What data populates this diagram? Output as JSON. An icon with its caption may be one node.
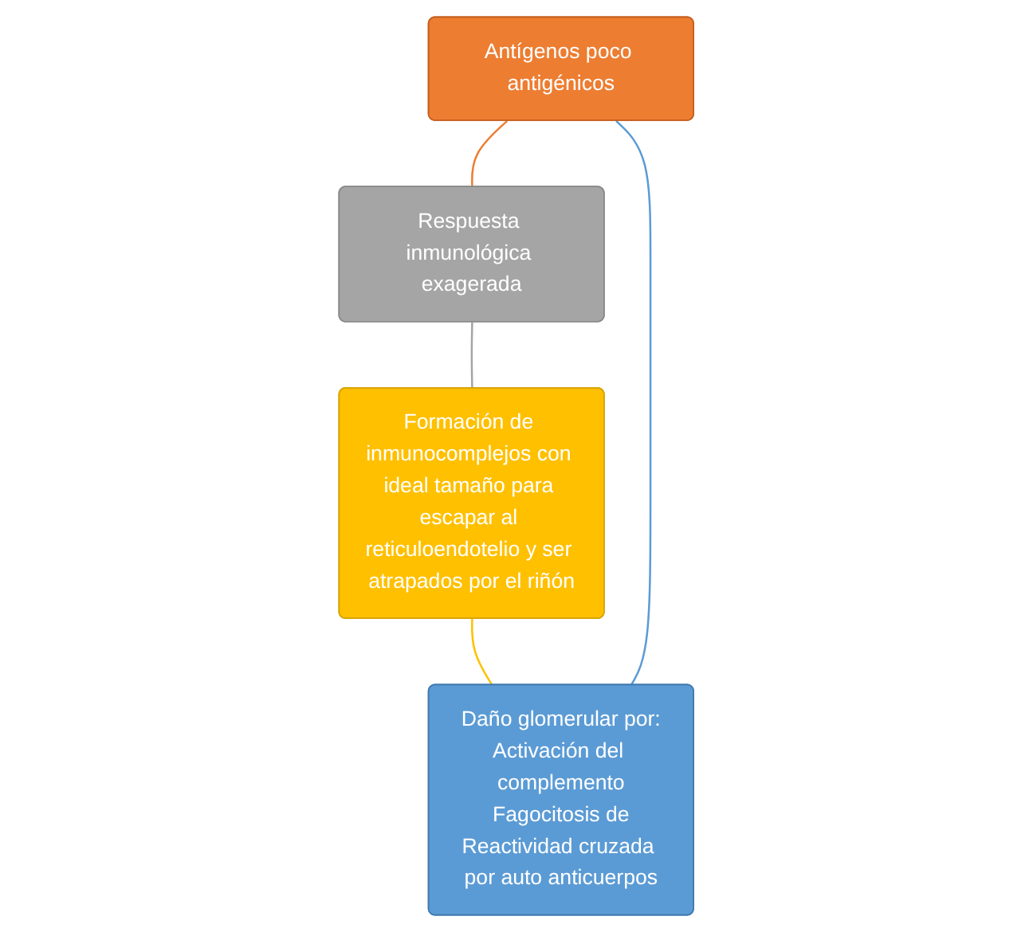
{
  "diagram": {
    "nodes": [
      {
        "text": [
          "Antígenos poco antigénicos"
        ]
      },
      {
        "text": [
          "Respuesta inmunológica exagerada"
        ]
      },
      {
        "text": [
          "Formación de inmunocomplejos con ideal tamaño para escapar al reticuloendotelio y ser atrapados por el riñón"
        ]
      },
      {
        "text": [
          "Daño glomerular por:",
          "Activación del complemento",
          "Fagocitosis de",
          "Reactividad cruzada por auto anticuerpos"
        ]
      }
    ],
    "edges": [
      {
        "from": 0,
        "to": 1,
        "arrow": "none",
        "color": "#ed7d31"
      },
      {
        "from": 1,
        "to": 2,
        "arrow": "none",
        "color": "#a5a5a5"
      },
      {
        "from": 2,
        "to": 3,
        "arrow": "none",
        "color": "#ffc000"
      },
      {
        "from": 3,
        "to": 0,
        "arrow": "none",
        "color": "#5b9bd5"
      }
    ]
  }
}
